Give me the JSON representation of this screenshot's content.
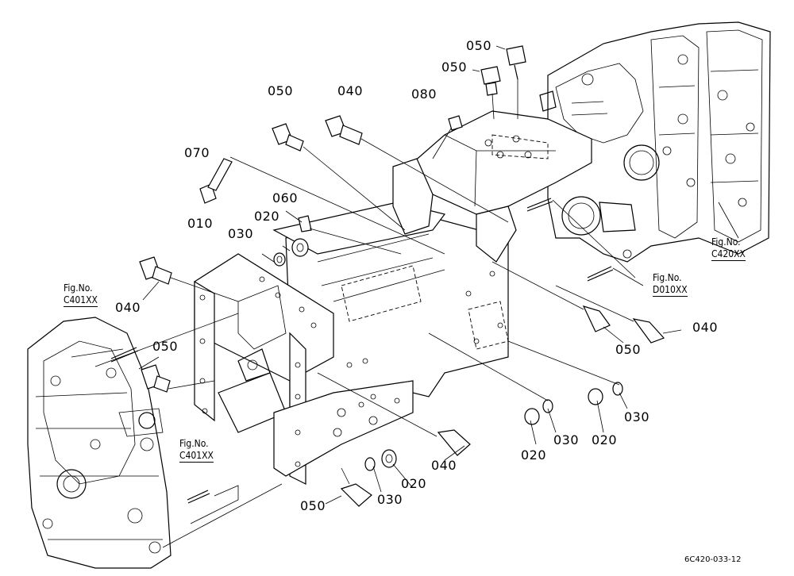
{
  "figure_code": "6C420-033-12",
  "callouts": {
    "p050_top_right": "050",
    "p050_top_mid": "050",
    "p050_left": "050",
    "p040_top": "040",
    "p080": "080",
    "p070": "070",
    "p060": "060",
    "p020_upper": "020",
    "p030_upper": "030",
    "p010": "010",
    "p040_left": "040",
    "p050_mid_left": "050",
    "p050_bottom": "050",
    "p030_bottom": "030",
    "p020_bottom": "020",
    "p040_bottom": "040",
    "p020_right_a": "020",
    "p030_right_a": "030",
    "p020_right_b": "020",
    "p030_right_b": "030",
    "p050_right": "050",
    "p040_right": "040"
  },
  "fig_refs": {
    "c401_upper": {
      "prefix": "Fig.No.",
      "number": "C401XX"
    },
    "c401_lower": {
      "prefix": "Fig.No.",
      "number": "C401XX"
    },
    "d010": {
      "prefix": "Fig.No.",
      "number": "D010XX"
    },
    "c420": {
      "prefix": "Fig.No.",
      "number": "C420XX"
    }
  },
  "icons": [
    "front-axle-bracket-drawing",
    "transmission-case-drawing",
    "bolt-icon",
    "washer-icon",
    "nut-icon",
    "stud-icon"
  ]
}
